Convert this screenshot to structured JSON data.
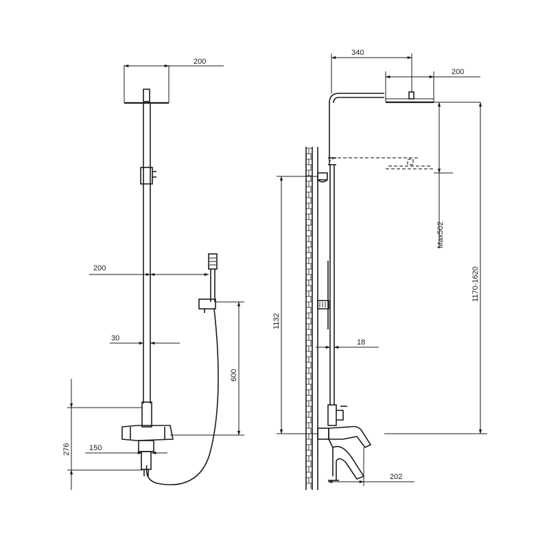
{
  "diagram": {
    "front_view": {
      "dim_head_width": "200",
      "dim_hand_offset": "200",
      "dim_pipe_width": "30",
      "dim_holder_height": "600",
      "dim_mixer_height": "276",
      "dim_mixer_width": "150"
    },
    "side_view": {
      "dim_arm_reach": "340",
      "dim_head_width": "200",
      "dim_head_travel": "Max502",
      "dim_total_height": "1170-1620",
      "dim_riser_height": "1132",
      "dim_pipe_diameter": "18",
      "dim_spout_reach": "202"
    }
  }
}
